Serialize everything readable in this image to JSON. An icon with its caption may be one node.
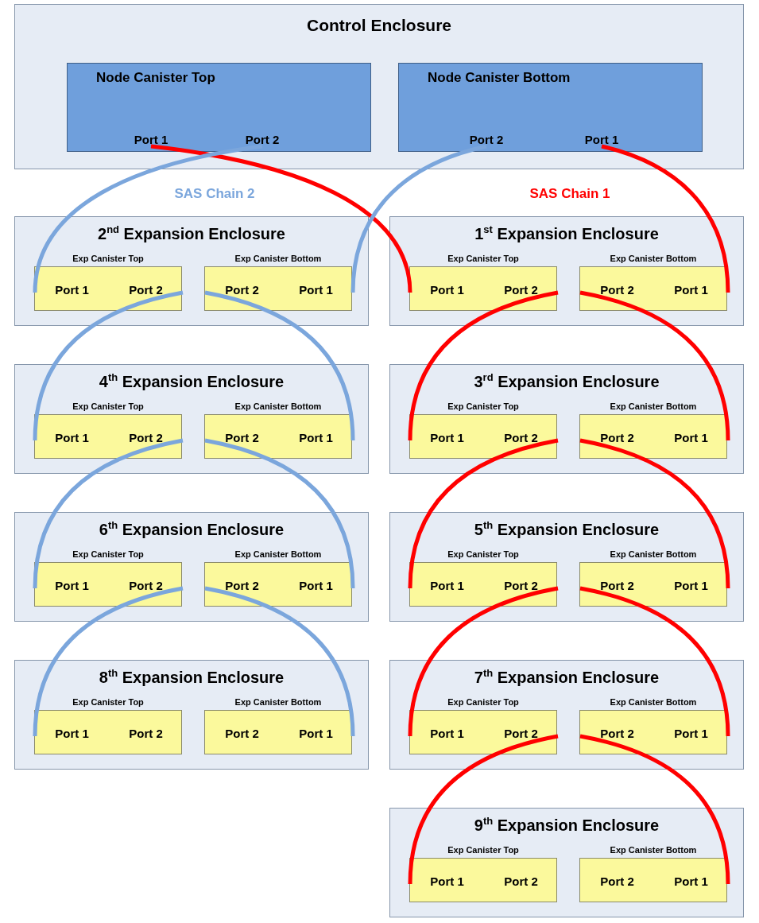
{
  "diagram": {
    "nodes": [
      {
        "text": [
          "Control Enclosure"
        ]
      },
      {
        "text": [
          "Node Canister Top"
        ],
        "in": 0
      },
      {
        "text": [
          "Port 1"
        ],
        "in": 1
      },
      {
        "text": [
          "Port 2"
        ],
        "in": 1
      },
      {
        "text": [
          "Node Canister Bottom"
        ],
        "in": 0
      },
      {
        "text": [
          "Port 2"
        ],
        "in": 4
      },
      {
        "text": [
          "Port 1"
        ],
        "in": 4
      },
      {
        "text": [
          "2$^{nd}$ Expansion Enclosure"
        ]
      },
      {
        "text": [
          "Exp Canister Top"
        ],
        "in": 7
      },
      {
        "text": [
          "Port 1"
        ],
        "in": 8
      },
      {
        "text": [
          "Port 2"
        ],
        "in": 8
      },
      {
        "text": [
          "Exp Canister Bottom"
        ],
        "in": 7
      },
      {
        "text": [
          "Port 2"
        ],
        "in": 11
      },
      {
        "text": [
          "Port 1"
        ],
        "in": 11
      },
      {
        "text": [
          "1$^{st}$ Expansion Enclosure"
        ]
      },
      {
        "text": [
          "Exp Canister Top"
        ],
        "in": 14
      },
      {
        "text": [
          "Port 1"
        ],
        "in": 15
      },
      {
        "text": [
          "Port 2"
        ],
        "in": 15
      },
      {
        "text": [
          "Exp Canister Bottom"
        ],
        "in": 14
      },
      {
        "text": [
          "Port 2"
        ],
        "in": 18
      },
      {
        "text": [
          "Port 1"
        ],
        "in": 18
      },
      {
        "text": [
          "4$^{th}$ Expansion Enclosure"
        ]
      },
      {
        "text": [
          "Exp Canister Top"
        ],
        "in": 21
      },
      {
        "text": [
          "Port 1"
        ],
        "in": 22
      },
      {
        "text": [
          "Port 2"
        ],
        "in": 22
      },
      {
        "text": [
          "Exp Canister Bottom"
        ],
        "in": 21
      },
      {
        "text": [
          "Port 2"
        ],
        "in": 25
      },
      {
        "text": [
          "Port 1"
        ],
        "in": 25
      },
      {
        "text": [
          "3$^{rd}$ Expansion Enclosure"
        ]
      },
      {
        "text": [
          "Exp Canister Top"
        ],
        "in": 28
      },
      {
        "text": [
          "Port 1"
        ],
        "in": 29
      },
      {
        "text": [
          "Port 2"
        ],
        "in": 29
      },
      {
        "text": [
          "Exp Canister Bottom"
        ],
        "in": 28
      },
      {
        "text": [
          "Port 2"
        ],
        "in": 32
      },
      {
        "text": [
          "Port 1"
        ],
        "in": 32
      },
      {
        "text": [
          "6$^{th}$ Expansion Enclosure"
        ]
      },
      {
        "text": [
          "Exp Canister Top"
        ],
        "in": 35
      },
      {
        "text": [
          "Port 1"
        ],
        "in": 36
      },
      {
        "text": [
          "Port 2"
        ],
        "in": 36
      },
      {
        "text": [
          "Exp Canister Bottom"
        ],
        "in": 35
      },
      {
        "text": [
          "Port 2"
        ],
        "in": 39
      },
      {
        "text": [
          "Port 1"
        ],
        "in": 39
      },
      {
        "text": [
          "5$^{th}$ Expansion Enclosure"
        ]
      },
      {
        "text": [
          "Exp Canister Top"
        ],
        "in": 42
      },
      {
        "text": [
          "Port 1"
        ],
        "in": 43
      },
      {
        "text": [
          "Port 2"
        ],
        "in": 43
      },
      {
        "text": [
          "Exp Canister Bottom"
        ],
        "in": 42
      },
      {
        "text": [
          "Port 2"
        ],
        "in": 46
      },
      {
        "text": [
          "Port 1"
        ],
        "in": 46
      },
      {
        "text": [
          "8$^{th}$ Expansion Enclosure"
        ]
      },
      {
        "text": [
          "Exp Canister Top"
        ],
        "in": 49
      },
      {
        "text": [
          "Port 1"
        ],
        "in": 50
      },
      {
        "text": [
          "Port 2"
        ],
        "in": 50
      },
      {
        "text": [
          "Exp Canister Bottom"
        ],
        "in": 49
      },
      {
        "text": [
          "Port 2"
        ],
        "in": 53
      },
      {
        "text": [
          "Port 1"
        ],
        "in": 53
      },
      {
        "text": [
          "7$^{th}$ Expansion Enclosure"
        ]
      },
      {
        "text": [
          "Exp Canister Top"
        ],
        "in": 56
      },
      {
        "text": [
          "Port 1"
        ],
        "in": 57
      },
      {
        "text": [
          "Port 2"
        ],
        "in": 57
      },
      {
        "text": [
          "Exp Canister Bottom"
        ],
        "in": 56
      },
      {
        "text": [
          "Port 2"
        ],
        "in": 60
      },
      {
        "text": [
          "Port 1"
        ],
        "in": 60
      },
      {
        "text": [
          "9$^{th}$ Expansion Enclosure"
        ]
      },
      {
        "text": [
          "Exp Canister Top"
        ],
        "in": 63
      },
      {
        "text": [
          "Port 1"
        ],
        "in": 64
      },
      {
        "text": [
          "Port 2"
        ],
        "in": 64
      },
      {
        "text": [
          "Exp Canister Bottom"
        ],
        "in": 63
      },
      {
        "text": [
          "Port 2"
        ],
        "in": 67
      },
      {
        "text": [
          "Port 1"
        ],
        "in": 67
      }
    ],
    "edges": [
      {
        "from": 2,
        "to": 16,
        "arrow": "none",
        "color": "#ff0000"
      },
      {
        "from": 6,
        "to": 20,
        "arrow": "none",
        "color": "#ff0000"
      },
      {
        "from": 17,
        "to": 30,
        "arrow": "none",
        "color": "#ff0000"
      },
      {
        "from": 19,
        "to": 34,
        "arrow": "none",
        "color": "#ff0000"
      },
      {
        "from": 31,
        "to": 44,
        "arrow": "none",
        "color": "#ff0000"
      },
      {
        "from": 33,
        "to": 48,
        "arrow": "none",
        "color": "#ff0000"
      },
      {
        "from": 45,
        "to": 58,
        "arrow": "none",
        "color": "#ff0000"
      },
      {
        "from": 47,
        "to": 62,
        "arrow": "none",
        "color": "#ff0000"
      },
      {
        "from": 59,
        "to": 65,
        "arrow": "none",
        "color": "#ff0000"
      },
      {
        "from": 61,
        "to": 69,
        "arrow": "none",
        "color": "#ff0000"
      },
      {
        "from": 3,
        "to": 9,
        "arrow": "none",
        "color": "#7ba6dc"
      },
      {
        "from": 5,
        "to": 13,
        "arrow": "none",
        "color": "#7ba6dc"
      },
      {
        "from": 10,
        "to": 23,
        "arrow": "none",
        "color": "#7ba6dc"
      },
      {
        "from": 12,
        "to": 27,
        "arrow": "none",
        "color": "#7ba6dc"
      },
      {
        "from": 24,
        "to": 37,
        "arrow": "none",
        "color": "#7ba6dc"
      },
      {
        "from": 26,
        "to": 41,
        "arrow": "none",
        "color": "#7ba6dc"
      },
      {
        "from": 38,
        "to": 51,
        "arrow": "none",
        "color": "#7ba6dc"
      },
      {
        "from": 40,
        "to": 55,
        "arrow": "none",
        "color": "#7ba6dc"
      }
    ],
    "labels": [
      "SAS Chain 2",
      "SAS Chain 1"
    ]
  }
}
